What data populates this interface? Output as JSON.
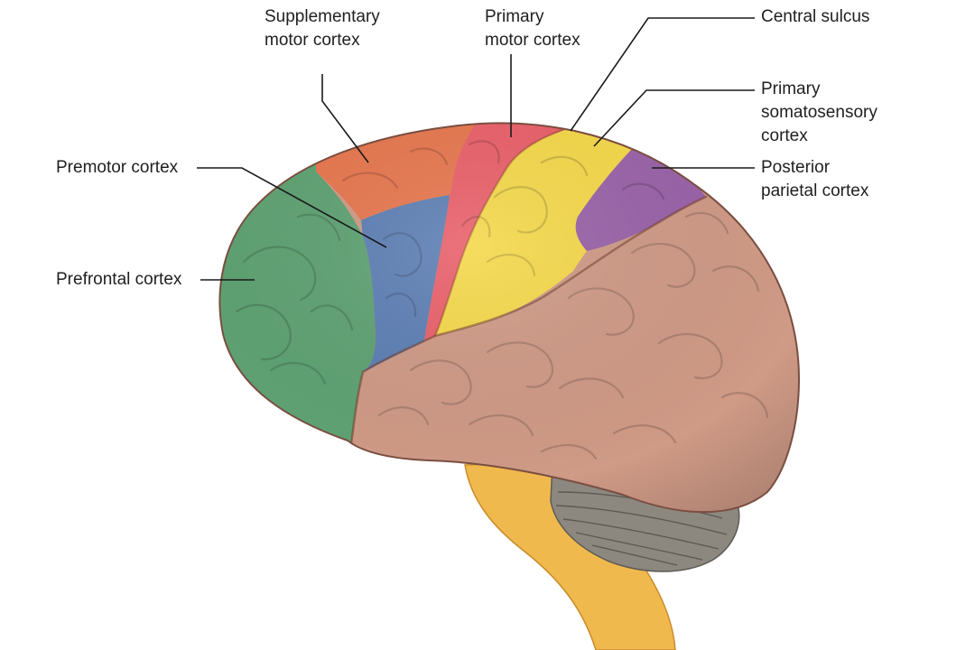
{
  "labels": {
    "supplementary_motor": [
      "Supplementary",
      "motor cortex"
    ],
    "primary_motor": [
      "Primary",
      "motor cortex"
    ],
    "central_sulcus": [
      "Central sulcus"
    ],
    "primary_somatosensory": [
      "Primary",
      "somatosensory",
      "cortex"
    ],
    "premotor": [
      "Premotor cortex"
    ],
    "posterior_parietal": [
      "Posterior",
      "parietal cortex"
    ],
    "prefrontal": [
      "Prefrontal cortex"
    ]
  },
  "colors": {
    "background": "#ffffff",
    "prefrontal": "#5fa273",
    "premotor": "#5d7fb4",
    "supplementary_motor": "#e6774f",
    "primary_motor": "#e9606a",
    "primary_somatosensory": "#f4d84a",
    "posterior_parietal": "#9a63a8",
    "cortex": "#cf9a86",
    "brainstem": "#f0b94e",
    "cerebellum": "#8c8880",
    "leader_line": "#1a1a1a"
  }
}
